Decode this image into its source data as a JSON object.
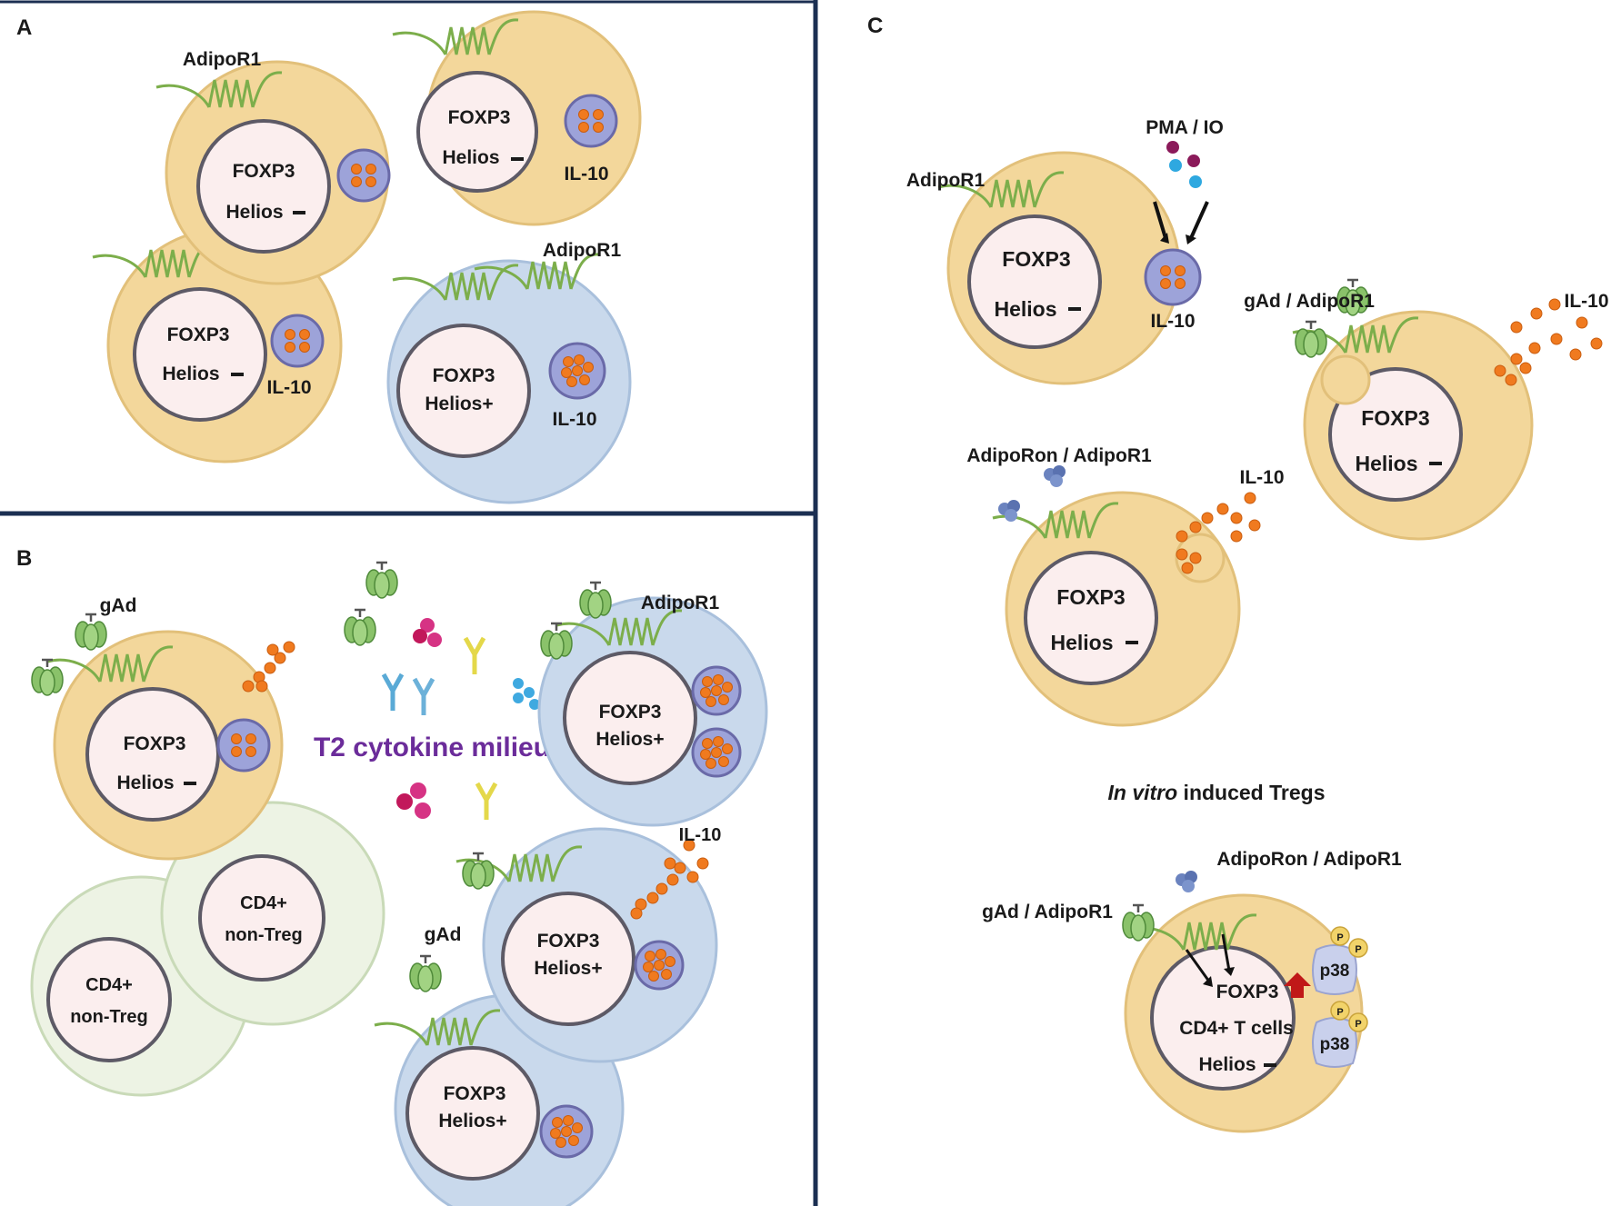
{
  "panels": {
    "a": "A",
    "b": "B",
    "c": "C"
  },
  "labels": {
    "foxp3": "FOXP3",
    "helios_neg": "Helios",
    "helios_pos": "Helios+",
    "il10": "IL-10",
    "adipor1": "AdipoR1",
    "gad": "gAd",
    "cd4_line1": "CD4+",
    "cd4_line2": "non-Treg",
    "pma_io": "PMA / IO",
    "gad_adipor1": "gAd / AdipoR1",
    "adiporon_adipor1": "AdipoRon / AdipoR1",
    "t2_milieu": "T2 cytokine milieu",
    "in_vitro_italic": "In vitro",
    "in_vitro_rest": " induced Tregs",
    "cd4_t_cells": "CD4+ T cells",
    "p38": "p38",
    "p": "P"
  },
  "colors": {
    "frame": "#1b2f52",
    "helios_neg_cell": "#f3d79b",
    "helios_pos_cell": "#c9d9ec",
    "non_treg_cell": "#edf3e4",
    "il10_granule": "#f07a1f",
    "t2_text": "#6b2c9a",
    "upregulation_arrow": "#c01818"
  },
  "icons": [
    "receptor-icon",
    "gad-trimer-icon",
    "adiporon-icon",
    "cytokine-icon",
    "antibody-icon",
    "phosphate-icon",
    "up-arrow-icon"
  ]
}
